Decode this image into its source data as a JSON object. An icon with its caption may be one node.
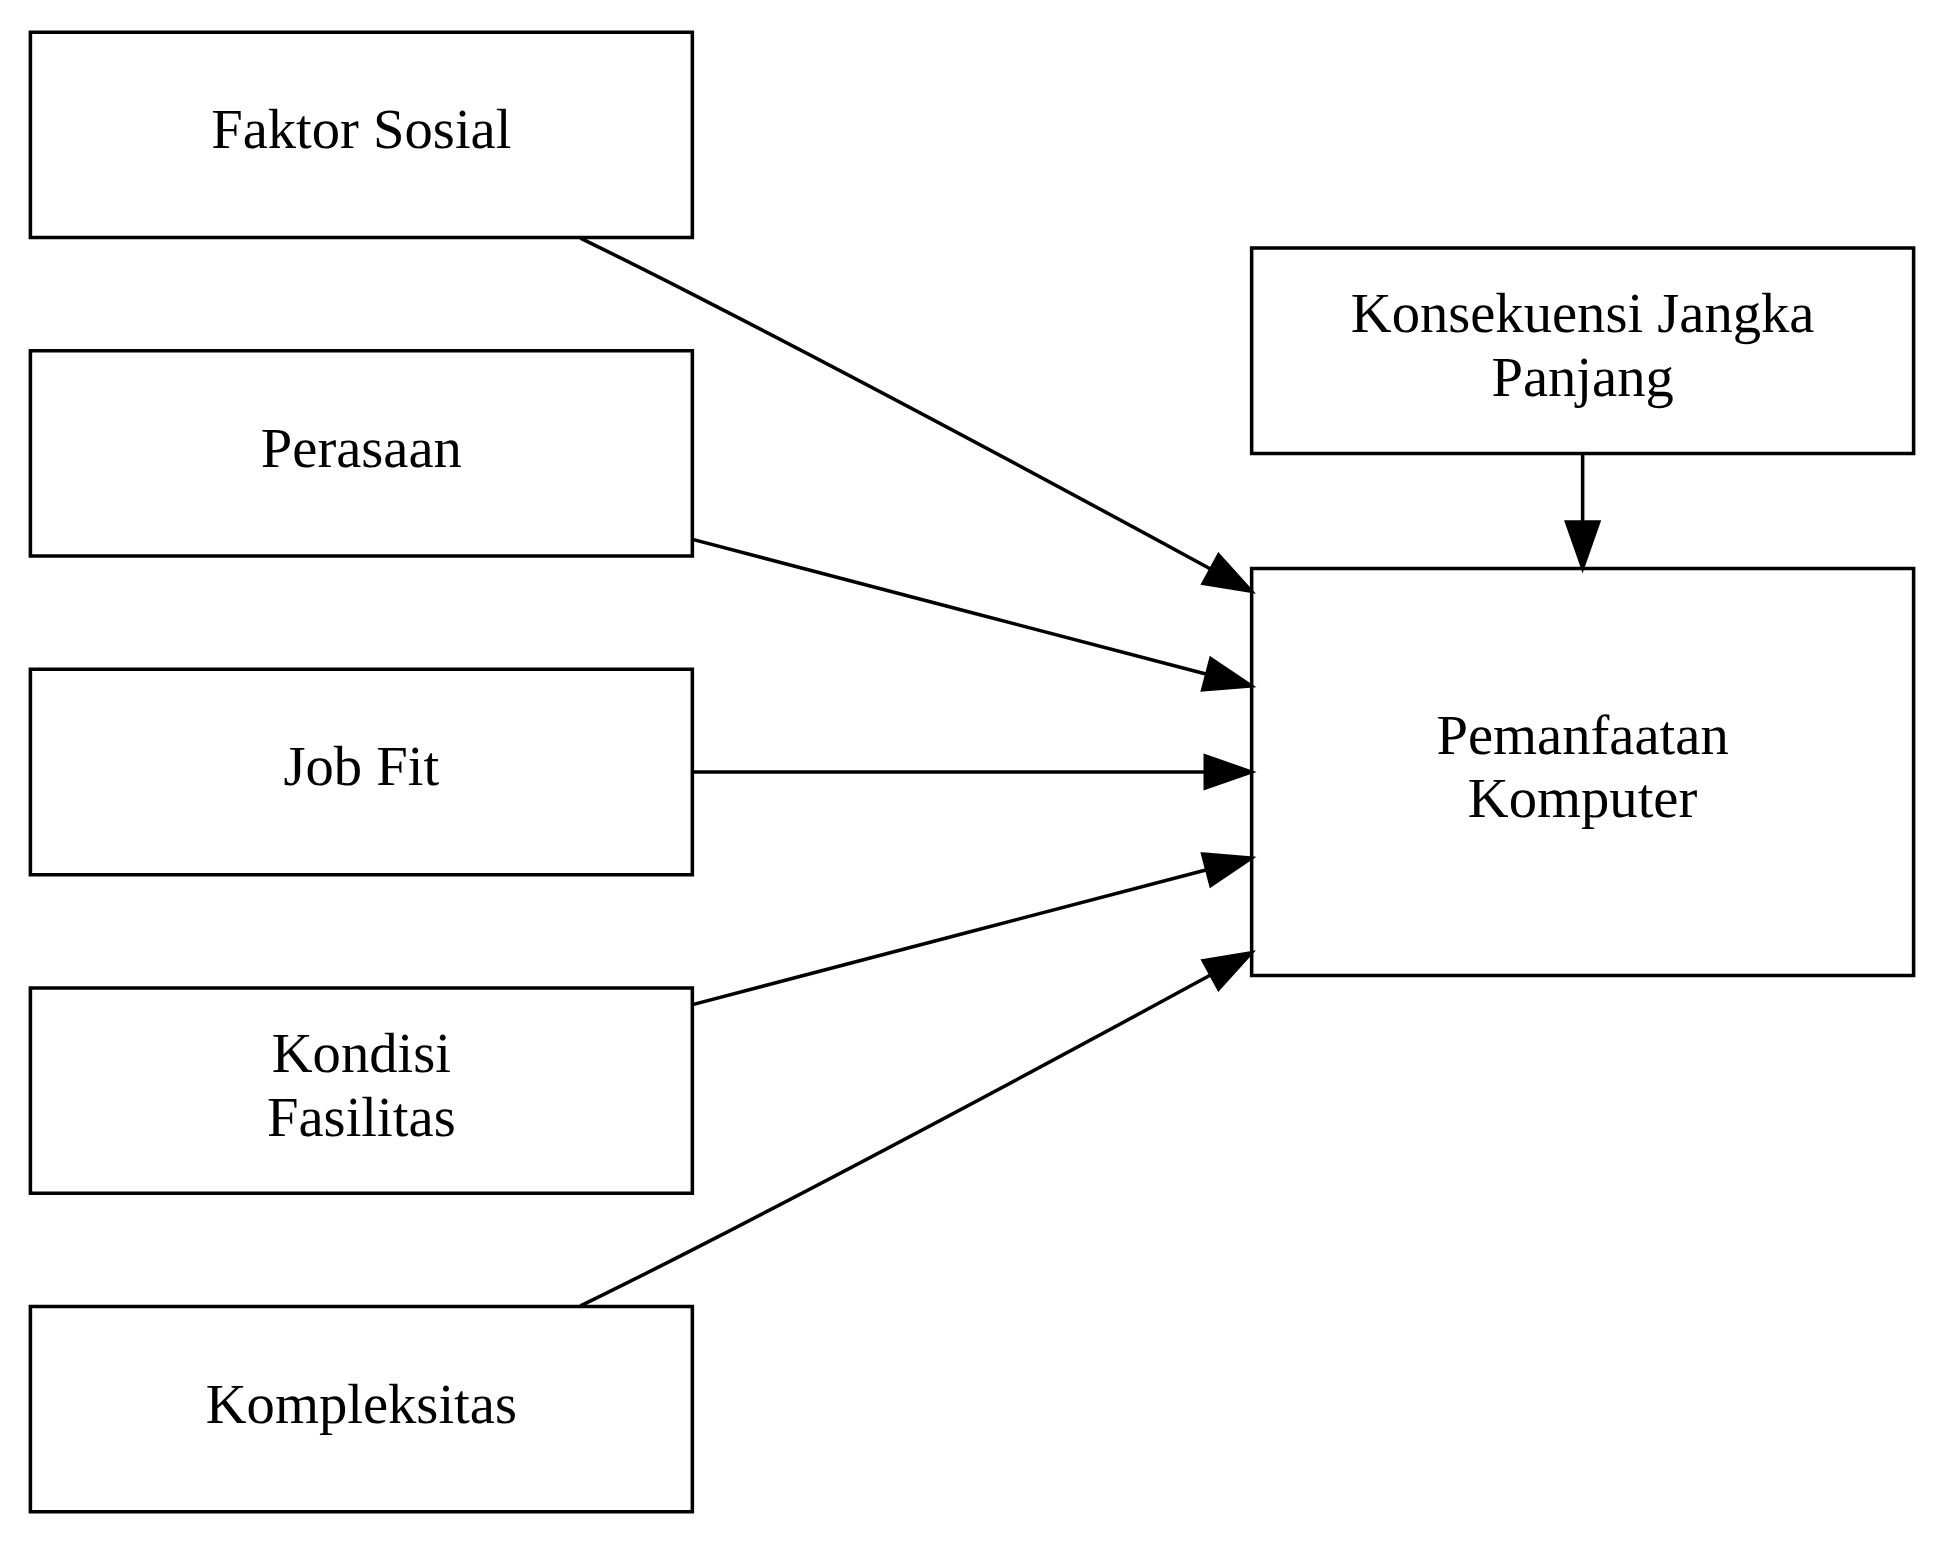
{
  "diagram": {
    "nodes": [
      {
        "text": [
          "Faktor Sosial"
        ]
      },
      {
        "text": [
          "Perasaan"
        ]
      },
      {
        "text": [
          "Job Fit"
        ]
      },
      {
        "text": [
          "Kondisi Fasilitas"
        ]
      },
      {
        "text": [
          "Kompleksitas"
        ]
      },
      {
        "text": [
          "Konsekuensi Jangka Panjang"
        ]
      },
      {
        "text": [
          "Pemanfaatan Komputer"
        ]
      }
    ],
    "edges": [
      {
        "from": 0,
        "to": 6,
        "arrow": "to"
      },
      {
        "from": 1,
        "to": 6,
        "arrow": "to"
      },
      {
        "from": 2,
        "to": 6,
        "arrow": "to"
      },
      {
        "from": 3,
        "to": 6,
        "arrow": "to"
      },
      {
        "from": 4,
        "to": 6,
        "arrow": "to"
      },
      {
        "from": 5,
        "to": 6,
        "arrow": "to"
      }
    ]
  }
}
